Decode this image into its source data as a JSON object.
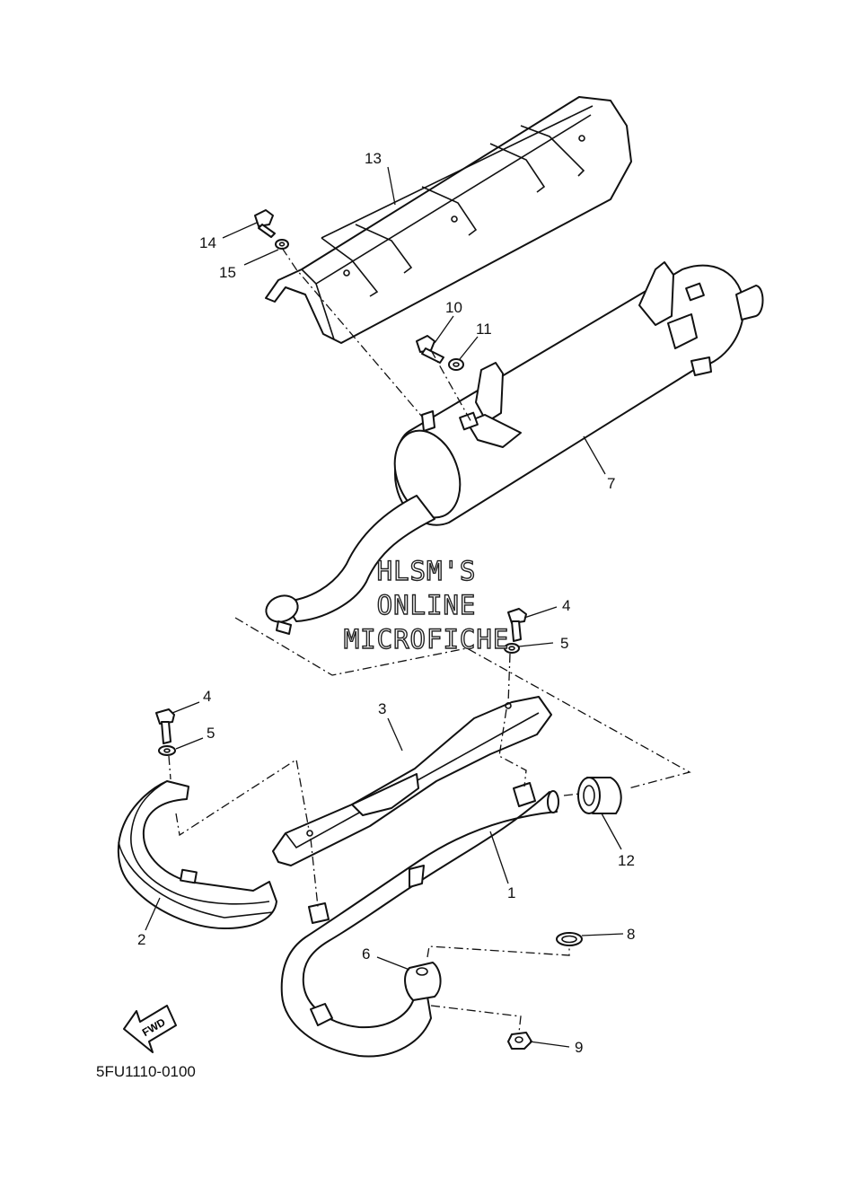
{
  "diagram_code": "5FU1110-0100",
  "watermark": [
    "HLSM'S",
    "ONLINE",
    "MICROFICHE"
  ],
  "fwd_label": "FWD",
  "callouts": {
    "n1": "1",
    "n2": "2",
    "n3": "3",
    "n4a": "4",
    "n4b": "4",
    "n5a": "5",
    "n5b": "5",
    "n6": "6",
    "n7": "7",
    "n8": "8",
    "n9": "9",
    "n10": "10",
    "n11": "11",
    "n12": "12",
    "n13": "13",
    "n14": "14",
    "n15": "15"
  }
}
